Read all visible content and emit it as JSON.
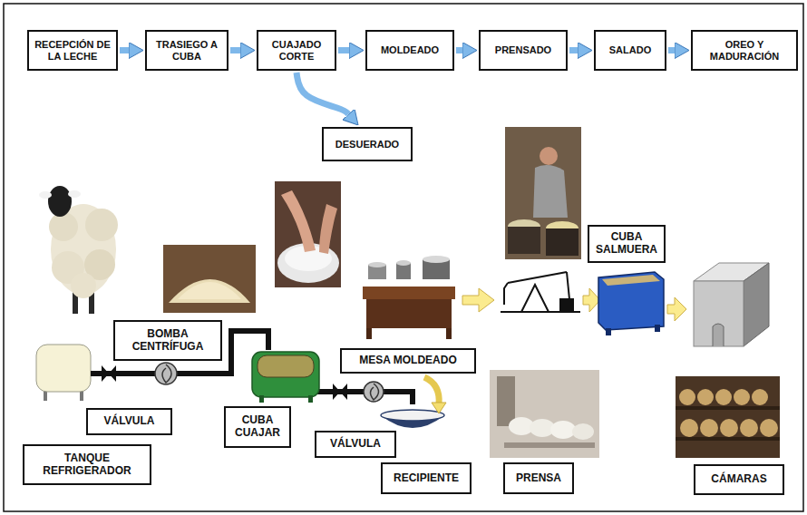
{
  "diagram": {
    "nodes": [
      {
        "text": [
          "RECEPCIÓN DE LA LECHE"
        ]
      },
      {
        "text": [
          "TRASIEGO A CUBA"
        ]
      },
      {
        "text": [
          "CUAJADO CORTE"
        ]
      },
      {
        "text": [
          "MOLDEADO"
        ]
      },
      {
        "text": [
          "PRENSADO"
        ]
      },
      {
        "text": [
          "SALADO"
        ]
      },
      {
        "text": [
          "OREO Y MADURACIÓN"
        ]
      },
      {
        "text": [
          "DESUERADO"
        ]
      },
      {
        "text": [
          "CUBA SALMUERA"
        ]
      },
      {
        "text": [
          "BOMBA CENTRÍFUGA"
        ]
      },
      {
        "text": [
          "MESA MOLDEADO"
        ]
      },
      {
        "text": [
          "VÁLVULA"
        ]
      },
      {
        "text": [
          "CUBA CUAJAR"
        ]
      },
      {
        "text": [
          "VÁLVULA"
        ]
      },
      {
        "text": [
          "TANQUE REFRIGERADOR"
        ]
      },
      {
        "text": [
          "RECIPIENTE"
        ]
      },
      {
        "text": [
          "PRENSA"
        ]
      },
      {
        "text": [
          "CÁMARAS"
        ]
      }
    ],
    "edges": [
      {
        "from": 0,
        "to": 1,
        "arrow": "to"
      },
      {
        "from": 1,
        "to": 2,
        "arrow": "to"
      },
      {
        "from": 2,
        "to": 3,
        "arrow": "to"
      },
      {
        "from": 3,
        "to": 4,
        "arrow": "to"
      },
      {
        "from": 4,
        "to": 5,
        "arrow": "to"
      },
      {
        "from": 5,
        "to": 6,
        "arrow": "to"
      },
      {
        "from": 2,
        "to": 7,
        "arrow": "to"
      }
    ]
  }
}
